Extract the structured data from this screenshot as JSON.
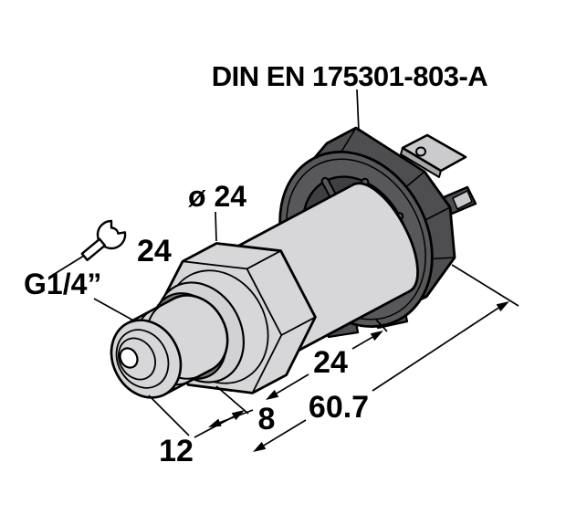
{
  "drawing": {
    "type": "technical-dimension-drawing",
    "subject": "pressure-transmitter",
    "labels": {
      "standard": "DIN EN 175301-803-A",
      "diameter": "ø 24",
      "wrench_size": "24",
      "thread": "G1/4”"
    },
    "dimensions": {
      "body_length": "24",
      "hex_section": "8",
      "overall_length": "60.7",
      "thread_length": "12"
    },
    "icons": [
      "wrench-icon"
    ],
    "colors": {
      "background": "#ffffff",
      "outline": "#000000",
      "metal_light": "#d7d7d9",
      "metal_mid": "#c9c9cb",
      "seal_dark": "#7b7b7e",
      "housing_dark": "#4e4e51",
      "housing_rim": "#58585b",
      "housing_cavity": "#3f3f42",
      "hole_fill": "#ffffff"
    }
  }
}
